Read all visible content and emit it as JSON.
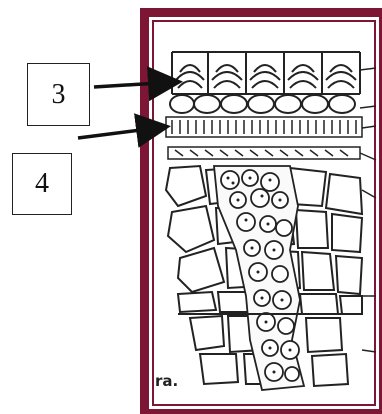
{
  "labels": {
    "label_3": "3",
    "label_4": "4"
  },
  "caption_fragment": "ra.",
  "colors": {
    "frame": "#7d1634",
    "ink": "#222222",
    "paper": "#ffffff"
  }
}
